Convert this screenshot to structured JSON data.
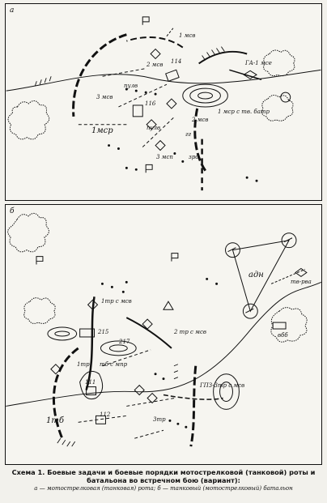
{
  "panel_a": {
    "letter": "а",
    "labels": {
      "msr1_top": "1 мсв",
      "msr2_top": "2 мсв",
      "num114": "114",
      "ga1": "ГА-1 мсе",
      "pule1": "пулв",
      "msr3_left": "3 мсв",
      "num116": "116",
      "msr1_left": "1мср",
      "tank_batr": "1 мср с тв. батр",
      "pule2": "пулв",
      "msr2_low": "2 мсв",
      "gg": "гг",
      "msr3_low": "3 мсп",
      "zro": "зро"
    }
  },
  "panel_b": {
    "letter": "б",
    "labels": {
      "adn": "адн",
      "tr_rv": "тв-рва",
      "tr1": "1тр с мсв",
      "num215": "215",
      "num217": "217",
      "tr2": "2 тр с мсв",
      "tr1_left": "1тр",
      "tb_mpr": "тб с мпр",
      "num111": "111",
      "gpz": "ГПЗ-3тр с мсв",
      "tb1": "1тб",
      "num112": "112",
      "tr3": "3тр",
      "veb": "вбб"
    }
  },
  "caption": {
    "title": "Схема 1. Боевые задачи и боевые порядки мотострелковой (танковой) роты и батальона во встречном бою (вариант):",
    "legend": "а — мотострелковая (танковая) рота; б — танковый (мотострелковый) батальон"
  }
}
